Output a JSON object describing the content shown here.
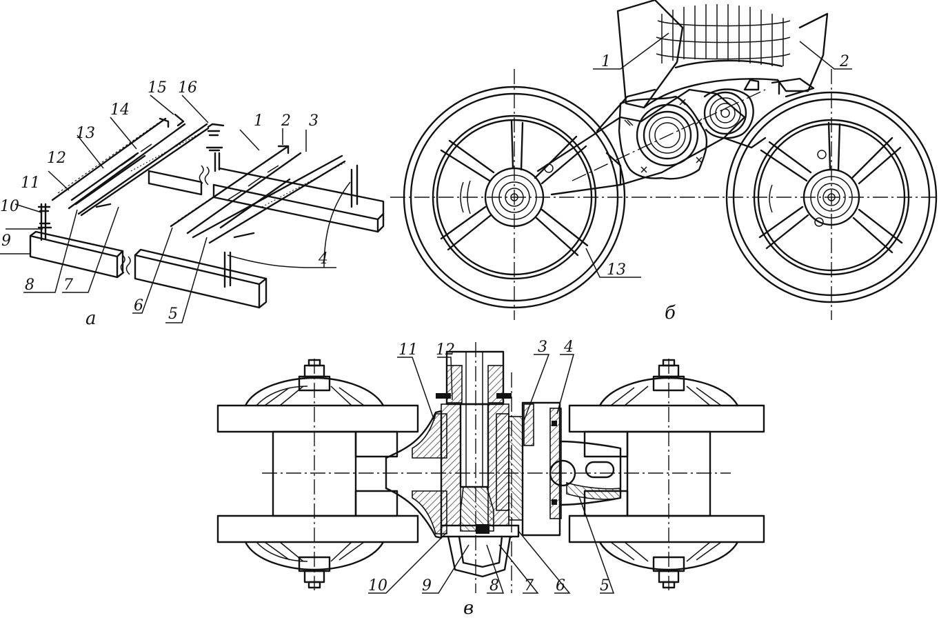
{
  "captions": {
    "a": "а",
    "b": "б",
    "v": "в"
  },
  "labels_a": [
    "1",
    "2",
    "3",
    "4",
    "5",
    "6",
    "7",
    "8",
    "9",
    "10",
    "11",
    "12",
    "13",
    "14",
    "15",
    "16"
  ],
  "labels_b": [
    "1",
    "2",
    "13"
  ],
  "labels_v": [
    "3",
    "4",
    "5",
    "6",
    "7",
    "8",
    "9",
    "10",
    "11",
    "12"
  ]
}
